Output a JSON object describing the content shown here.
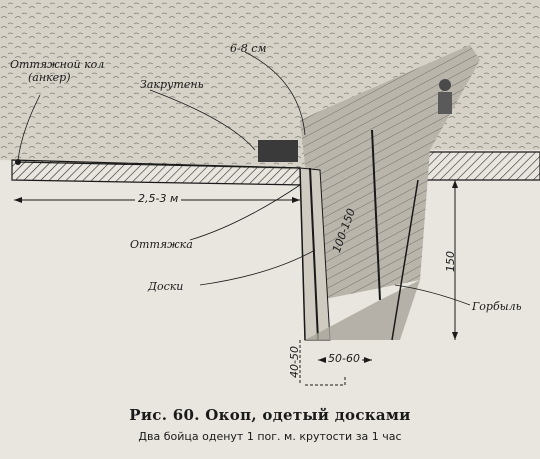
{
  "labels": {
    "anchor_line1": "Оттяжной кол",
    "anchor_line2": "(анкер)",
    "twist": "Закрутень",
    "depth_top": "6-8 см",
    "guy": "Оттяжка",
    "boards": "Доски",
    "slabs": "Горбыль"
  },
  "dimensions": {
    "distance": "2,5-3 м",
    "slope": "100-150",
    "height": "150",
    "bottom_depth": "40-50",
    "bottom_width": "50-60"
  },
  "caption": {
    "title": "Рис. 60. Окоп, одетый досками",
    "subtitle": "Два бойца оденут 1 пог. м. крутости за 1 час"
  }
}
